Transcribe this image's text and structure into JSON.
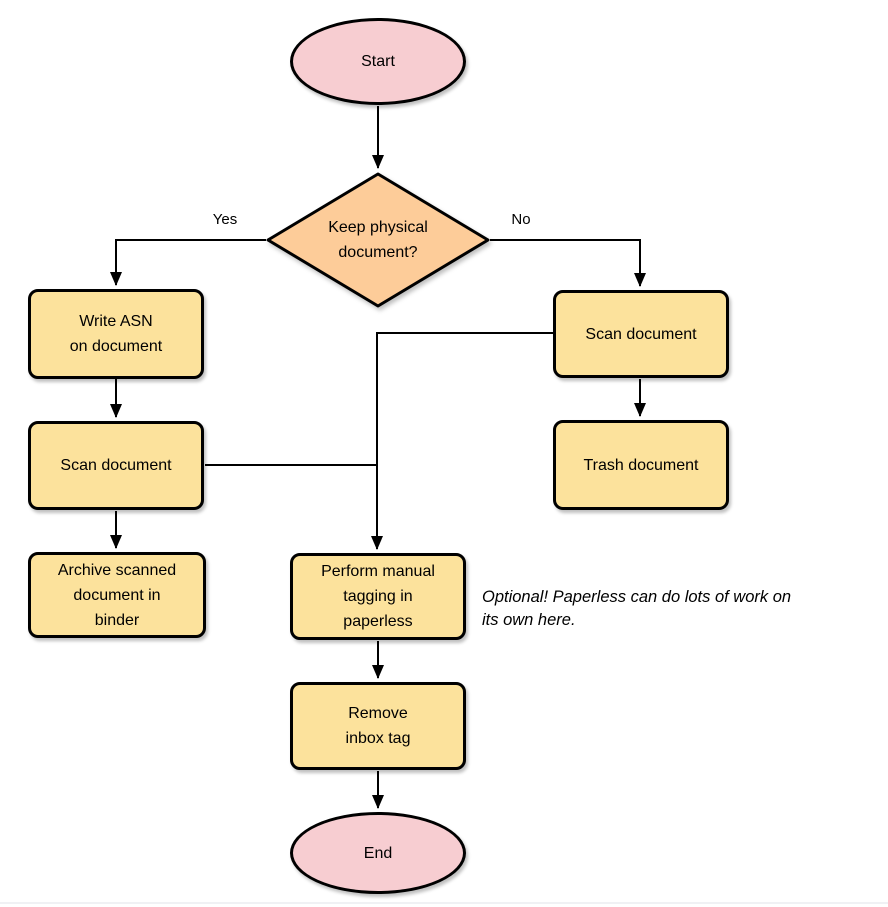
{
  "colors": {
    "terminator_fill": "#f7cdd1",
    "decision_fill": "#fdcc99",
    "process_fill": "#fce29c",
    "stroke": "#000000"
  },
  "nodes": {
    "start": {
      "label": "Start",
      "type": "terminator"
    },
    "decision": {
      "label": "Keep physical\ndocument?",
      "type": "decision"
    },
    "write_asn": {
      "label": "Write ASN\non document",
      "type": "process"
    },
    "scan_left": {
      "label": "Scan document",
      "type": "process"
    },
    "archive": {
      "label": "Archive scanned\ndocument in\nbinder",
      "type": "process"
    },
    "scan_right": {
      "label": "Scan document",
      "type": "process"
    },
    "trash": {
      "label": "Trash document",
      "type": "process"
    },
    "perform": {
      "label": "Perform manual\ntagging in\npaperless",
      "type": "process"
    },
    "remove": {
      "label": "Remove\ninbox tag",
      "type": "process"
    },
    "end": {
      "label": "End",
      "type": "terminator"
    }
  },
  "edge_labels": {
    "yes": "Yes",
    "no": "No"
  },
  "annotation": {
    "text": "Optional! Paperless can do lots of work on\nits own here."
  }
}
